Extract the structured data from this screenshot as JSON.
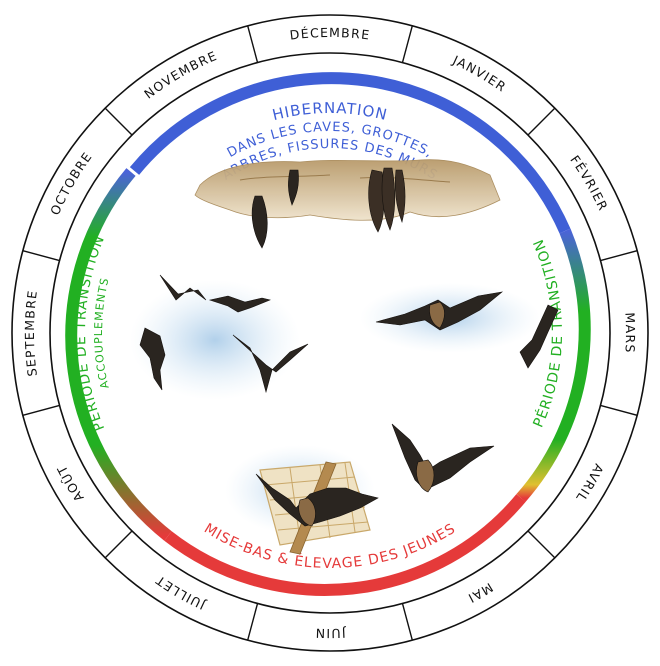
{
  "months": [
    "JANVIER",
    "FÉVRIER",
    "MARS",
    "AVRIL",
    "MAI",
    "JUIN",
    "JUILLET",
    "AOÛT",
    "SEPTEMBRE",
    "OCTOBRE",
    "NOVEMBRE",
    "DÉCEMBRE"
  ],
  "periods": {
    "hibernation": {
      "title": "HIBERNATION",
      "line1": "DANS LES CAVES, GROTTES,",
      "line2": "ARBRES, FISSURES DES MURS",
      "color": "#3f5fd6"
    },
    "spring_transition": {
      "title": "PÉRIODE DE TRANSITION",
      "color": "#22b022"
    },
    "autumn_transition": {
      "title": "PÉRIODE DE TRANSITION",
      "subtitle": "ACCOUPLEMENTS",
      "color": "#22b022"
    },
    "birth": {
      "title": "MISE-BAS & ÉLEVAGE DES JEUNES",
      "color": "#e53a3a"
    }
  },
  "colors": {
    "ring_outline": "#111111",
    "mist": "#b9d6ee",
    "rock": "#c9b48e",
    "wood": "#c9a86a"
  }
}
